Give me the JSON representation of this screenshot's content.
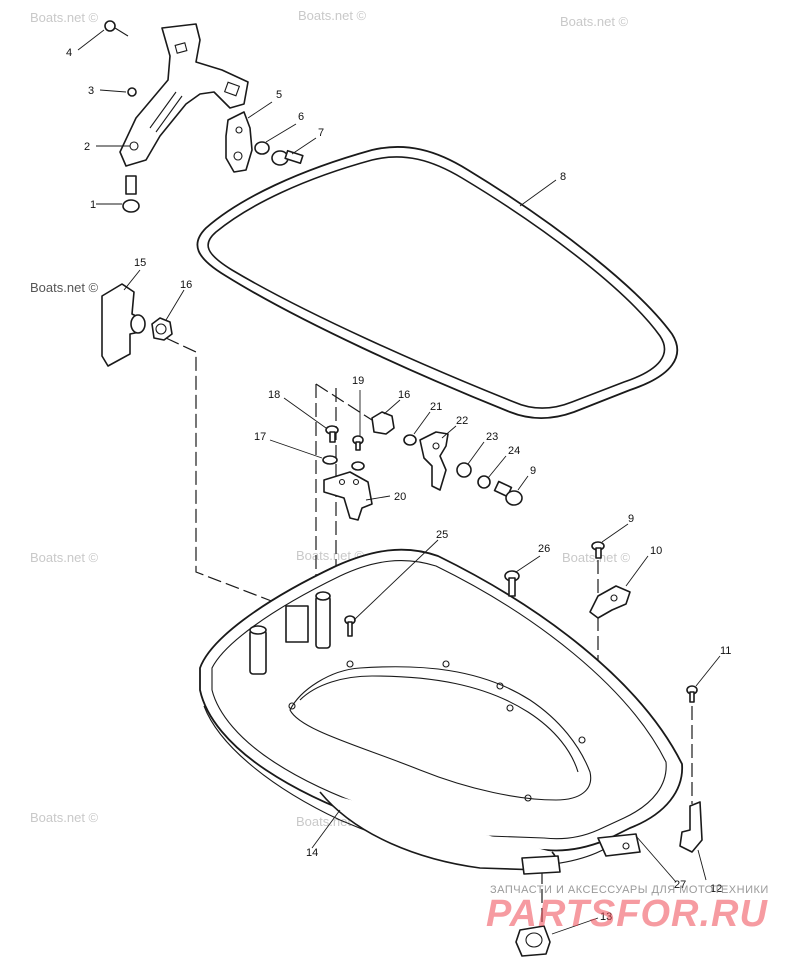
{
  "watermark": "Boats.net ©",
  "brand": {
    "caption": "ЗАПЧАСТИ И АКСЕССУАРЫ ДЛЯ МОТОТЕХНИКИ",
    "name": "PARTSFOR.RU"
  },
  "callouts": [
    "1",
    "2",
    "3",
    "4",
    "5",
    "6",
    "7",
    "8",
    "9",
    "9",
    "10",
    "11",
    "12",
    "13",
    "14",
    "15",
    "16",
    "16",
    "17",
    "18",
    "19",
    "20",
    "21",
    "22",
    "23",
    "24",
    "25",
    "26",
    "27"
  ]
}
